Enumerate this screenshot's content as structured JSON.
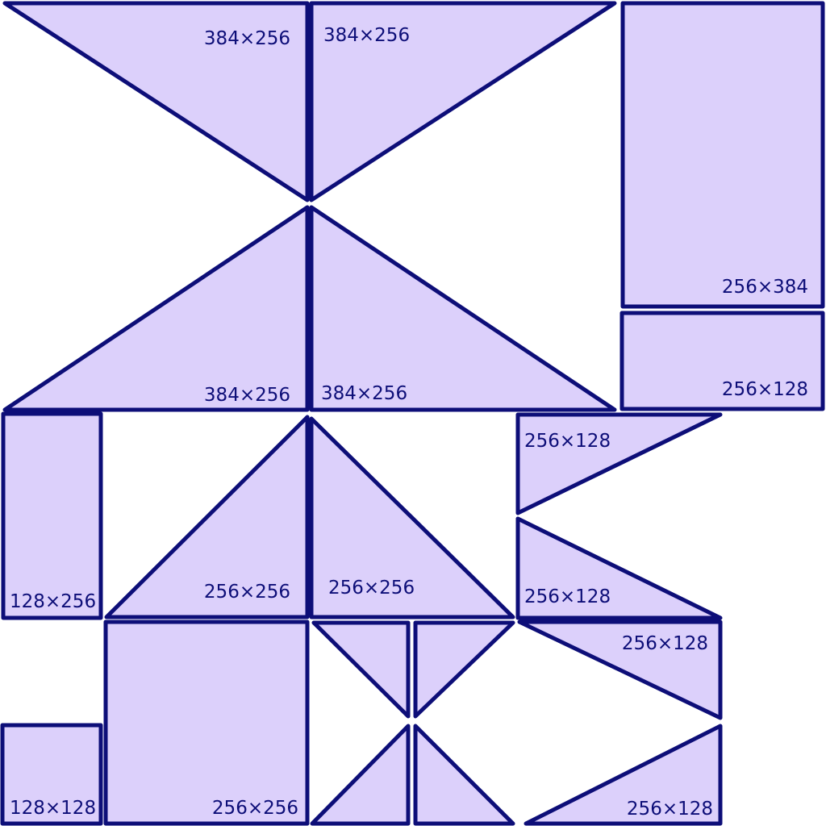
{
  "colors": {
    "fill": "#dcd0fb",
    "stroke": "#0d0e78",
    "background": "#ffffff"
  },
  "labels": {
    "a": "384×256",
    "b": "384×256",
    "c": "256×384",
    "d": "384×256",
    "e": "384×256",
    "f": "256×128",
    "g": "128×256",
    "h": "256×256",
    "i": "256×256",
    "j": "256×128",
    "k": "256×128",
    "l": "256×128",
    "m": "128×128",
    "n": "256×256",
    "o": "256×128"
  }
}
